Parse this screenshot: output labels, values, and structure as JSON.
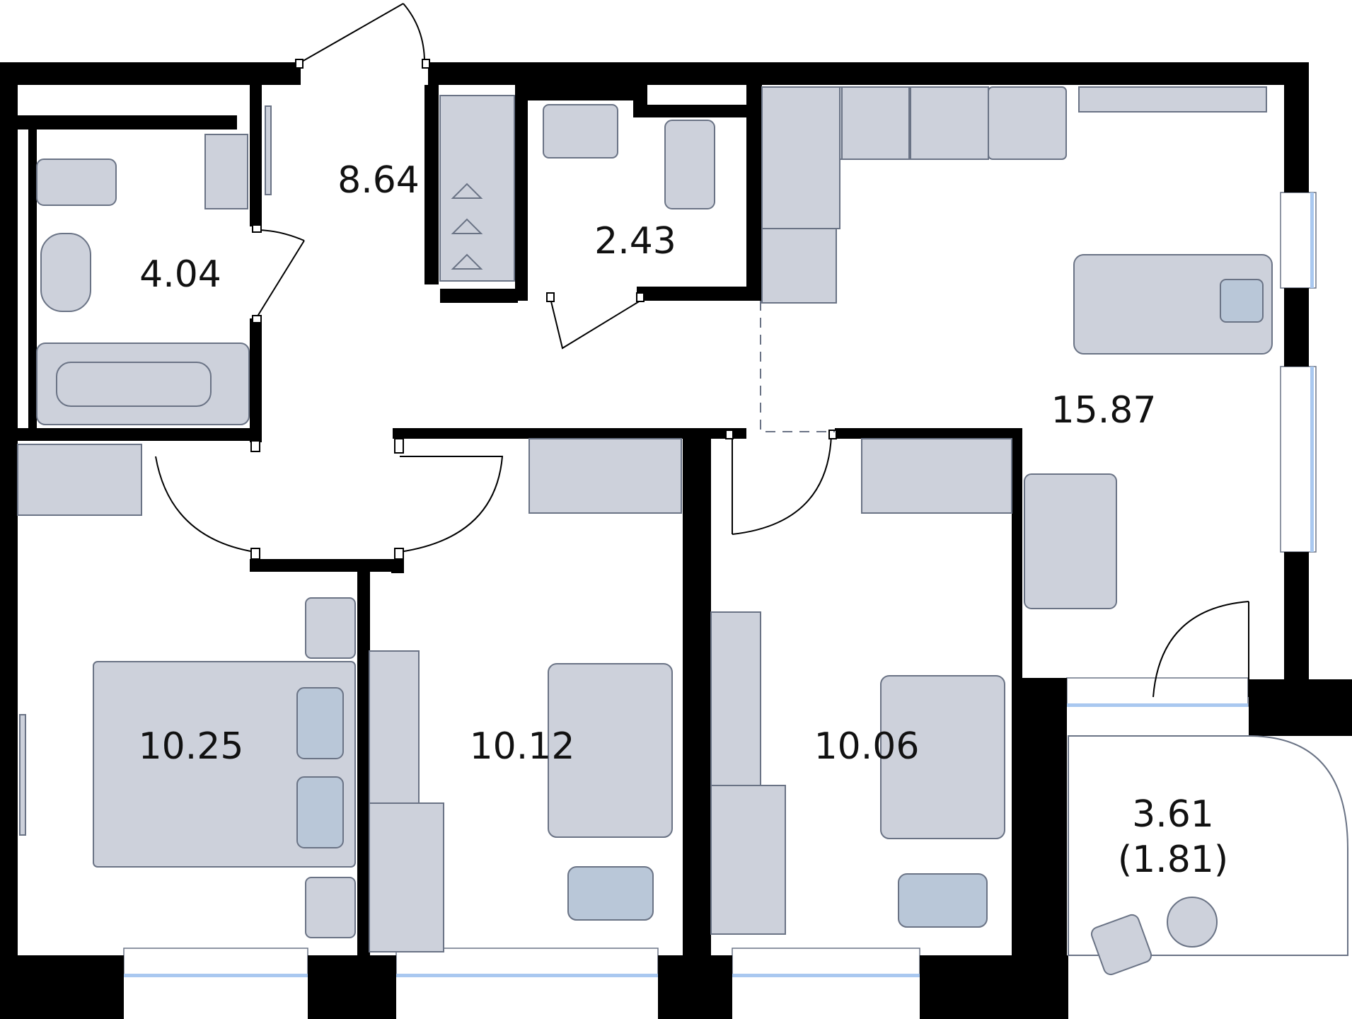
{
  "plan": {
    "rooms": [
      {
        "id": "bathroom",
        "area": "4.04"
      },
      {
        "id": "hallway",
        "area": "8.64"
      },
      {
        "id": "toilet",
        "area": "2.43"
      },
      {
        "id": "kitchen-living",
        "area": "15.87"
      },
      {
        "id": "bedroom-1",
        "area": "10.25"
      },
      {
        "id": "bedroom-2",
        "area": "10.12"
      },
      {
        "id": "bedroom-3",
        "area": "10.06"
      },
      {
        "id": "balcony",
        "area": "3.61",
        "reduced_area": "(1.81)"
      }
    ]
  },
  "colors": {
    "wall": "#000000",
    "furniture": "#cdd1db",
    "furniture_outline": "#6a7385",
    "glass": "#a9c8f0"
  }
}
